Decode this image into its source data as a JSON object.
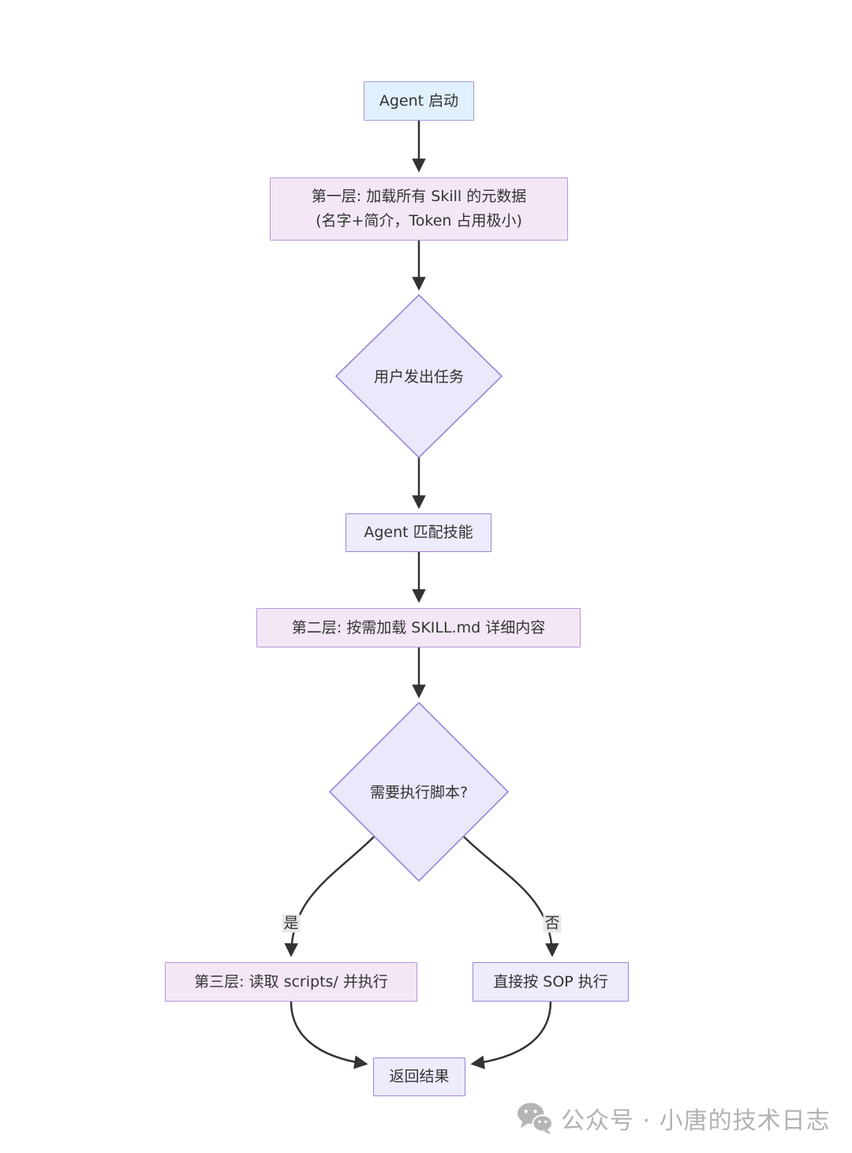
{
  "diagram": {
    "type": "flowchart",
    "direction": "top-down",
    "nodes": {
      "start": {
        "label": "Agent 启动",
        "shape": "rect",
        "fill": "#e0f0fd"
      },
      "layer1": {
        "line1": "第一层: 加载所有 Skill 的元数据",
        "line2": "(名字+简介，Token 占用极小)",
        "shape": "rect",
        "fill": "#f3e7f6"
      },
      "user_task": {
        "label": "用户发出任务",
        "shape": "diamond",
        "fill": "#e9e9fb"
      },
      "match_skill": {
        "label": "Agent 匹配技能",
        "shape": "rect",
        "fill": "#ececfd"
      },
      "layer2": {
        "label": "第二层: 按需加载 SKILL.md 详细内容",
        "shape": "rect",
        "fill": "#f3e7f6"
      },
      "need_script": {
        "label": "需要执行脚本?",
        "shape": "diamond",
        "fill": "#e9e9fb"
      },
      "layer3": {
        "label": "第三层: 读取 scripts/ 并执行",
        "shape": "rect",
        "fill": "#f3e7f6"
      },
      "sop": {
        "label": "直接按 SOP 执行",
        "shape": "rect",
        "fill": "#ececfd"
      },
      "result": {
        "label": "返回结果",
        "shape": "rect",
        "fill": "#ececfd"
      }
    },
    "edges": [
      {
        "from": "start",
        "to": "layer1"
      },
      {
        "from": "layer1",
        "to": "user_task"
      },
      {
        "from": "user_task",
        "to": "match_skill"
      },
      {
        "from": "match_skill",
        "to": "layer2"
      },
      {
        "from": "layer2",
        "to": "need_script"
      },
      {
        "from": "need_script",
        "to": "layer3",
        "label": "是"
      },
      {
        "from": "need_script",
        "to": "sop",
        "label": "否"
      },
      {
        "from": "layer3",
        "to": "result"
      },
      {
        "from": "sop",
        "to": "result"
      }
    ],
    "edge_labels": {
      "yes": "是",
      "no": "否"
    },
    "colors": {
      "edge": "#333333",
      "border_plain": "#9d82d8",
      "border_layer": "#b597da",
      "diamond_fill": "#e9e9fb",
      "edge_label_bg": "#e8e8e8",
      "text": "#333333"
    }
  },
  "watermark": {
    "icon": "wechat-icon",
    "text": "公众号 · 小唐的技术日志",
    "color": "#b2b2b2"
  }
}
